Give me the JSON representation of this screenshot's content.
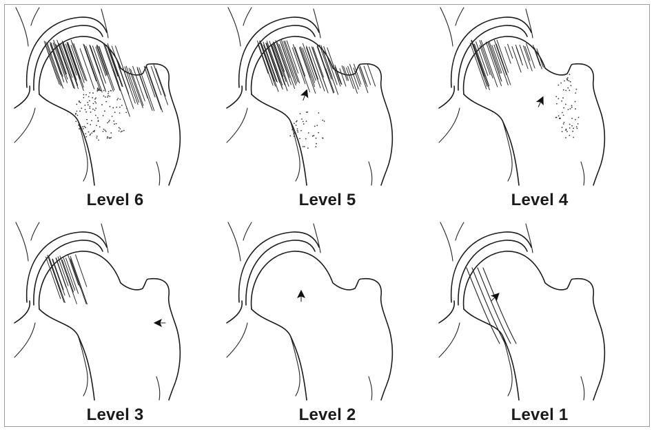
{
  "figure": {
    "panels": [
      {
        "id": "p6",
        "label": "Level 6",
        "level": 6
      },
      {
        "id": "p5",
        "label": "Level 5",
        "level": 5
      },
      {
        "id": "p4",
        "label": "Level 4",
        "level": 4
      },
      {
        "id": "p3",
        "label": "Level 3",
        "level": 3
      },
      {
        "id": "p2",
        "label": "Level 2",
        "level": 2
      },
      {
        "id": "p1",
        "label": "Level 1",
        "level": 1
      }
    ]
  }
}
